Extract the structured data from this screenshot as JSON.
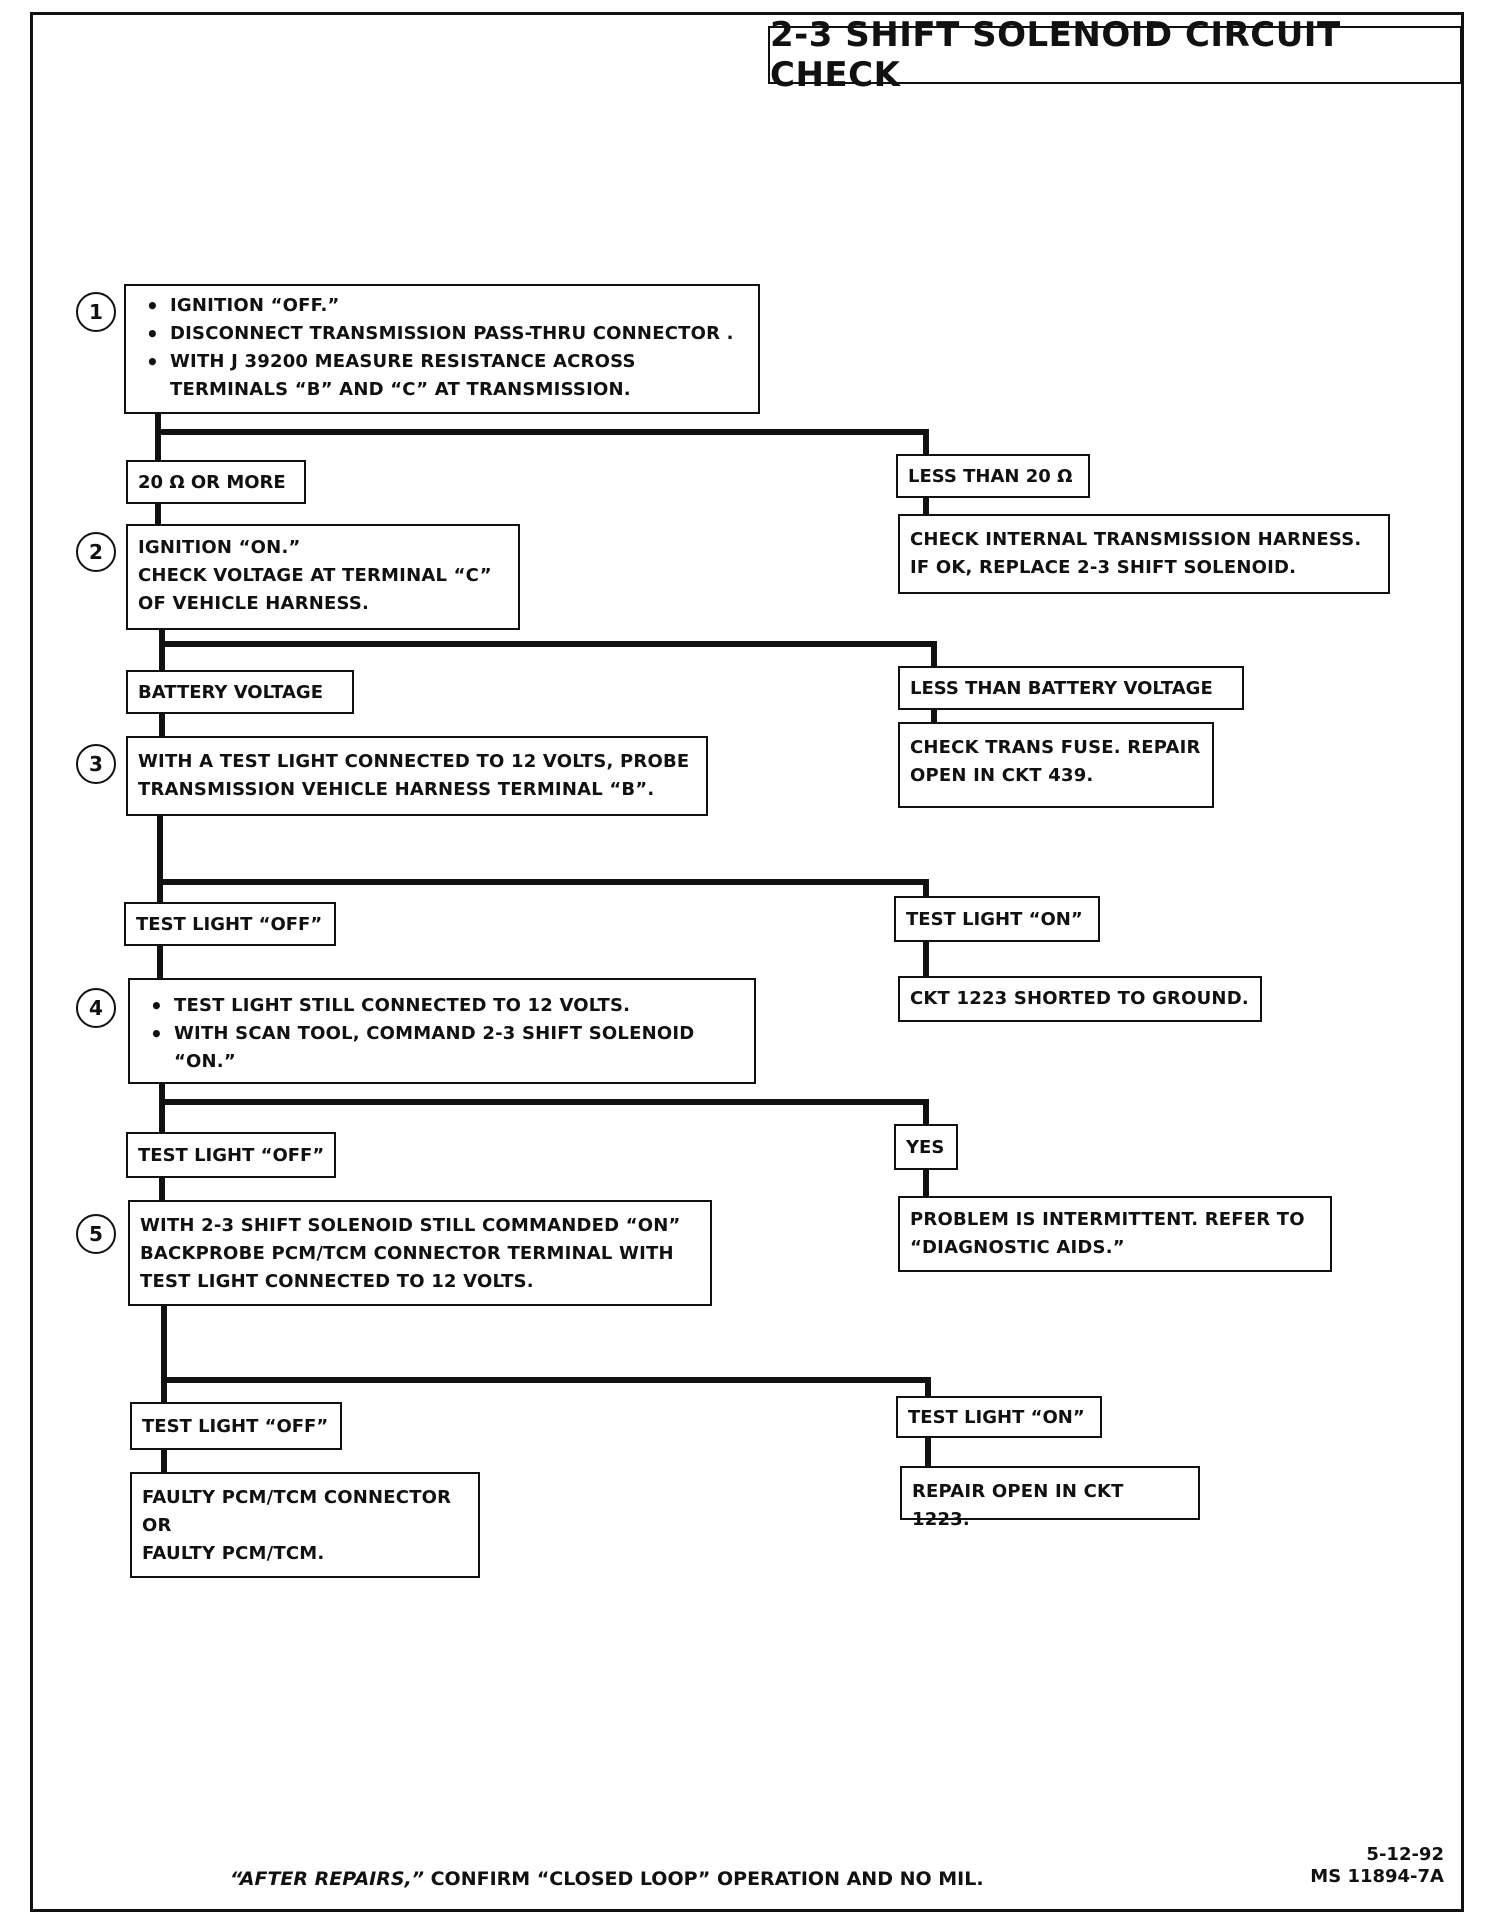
{
  "title": "2-3 SHIFT SOLENOID CIRCUIT CHECK",
  "steps": {
    "s1": {
      "num": "1",
      "bullets": [
        "IGNITION “OFF.”",
        "DISCONNECT TRANSMISSION PASS-THRU CONNECTOR .",
        "WITH J 39200 MEASURE RESISTANCE ACROSS TERMINALS “B” AND “C” AT TRANSMISSION."
      ]
    },
    "s2": {
      "num": "2",
      "lines": [
        "IGNITION “ON.”",
        "CHECK VOLTAGE AT TERMINAL “C”",
        "OF VEHICLE HARNESS."
      ]
    },
    "s3": {
      "num": "3",
      "lines": [
        "WITH A TEST LIGHT CONNECTED TO 12 VOLTS, PROBE",
        "TRANSMISSION VEHICLE HARNESS TERMINAL “B”."
      ]
    },
    "s4": {
      "num": "4",
      "bullets": [
        "TEST LIGHT STILL CONNECTED TO 12 VOLTS.",
        "WITH SCAN TOOL, COMMAND 2-3 SHIFT SOLENOID “ON.”"
      ]
    },
    "s5": {
      "num": "5",
      "lines": [
        "WITH 2-3 SHIFT SOLENOID STILL COMMANDED “ON”",
        "BACKPROBE PCM/TCM CONNECTOR TERMINAL WITH",
        "TEST LIGHT CONNECTED TO 12 VOLTS."
      ]
    }
  },
  "labels": {
    "l1_left": "20 Ω OR MORE",
    "l1_right": "LESS THAN 20 Ω",
    "l2_left": "BATTERY VOLTAGE",
    "l2_right": "LESS THAN BATTERY VOLTAGE",
    "l3_left": "TEST LIGHT “OFF”",
    "l3_right": "TEST LIGHT “ON”",
    "l4_left": "TEST LIGHT “OFF”",
    "l4_right": "YES",
    "l5_left": "TEST LIGHT “OFF”",
    "l5_right": "TEST LIGHT “ON”"
  },
  "results": {
    "r1": [
      "CHECK INTERNAL TRANSMISSION HARNESS.",
      "IF OK, REPLACE 2-3 SHIFT SOLENOID."
    ],
    "r2": [
      "CHECK TRANS FUSE. REPAIR",
      "OPEN IN CKT 439."
    ],
    "r3": [
      "CKT 1223 SHORTED TO GROUND."
    ],
    "r4": [
      "PROBLEM IS INTERMITTENT.  REFER TO",
      "“DIAGNOSTIC AIDS.”"
    ],
    "r5": [
      "REPAIR OPEN IN CKT 1223."
    ],
    "r6": [
      "FAULTY PCM/TCM CONNECTOR",
      "OR",
      "FAULTY PCM/TCM."
    ]
  },
  "footer": {
    "note_italic": "“AFTER REPAIRS,”",
    "note_rest": " CONFIRM “CLOSED LOOP” OPERATION AND NO MIL.",
    "date": "5-12-92",
    "doc_id": "MS 11894-7A"
  }
}
